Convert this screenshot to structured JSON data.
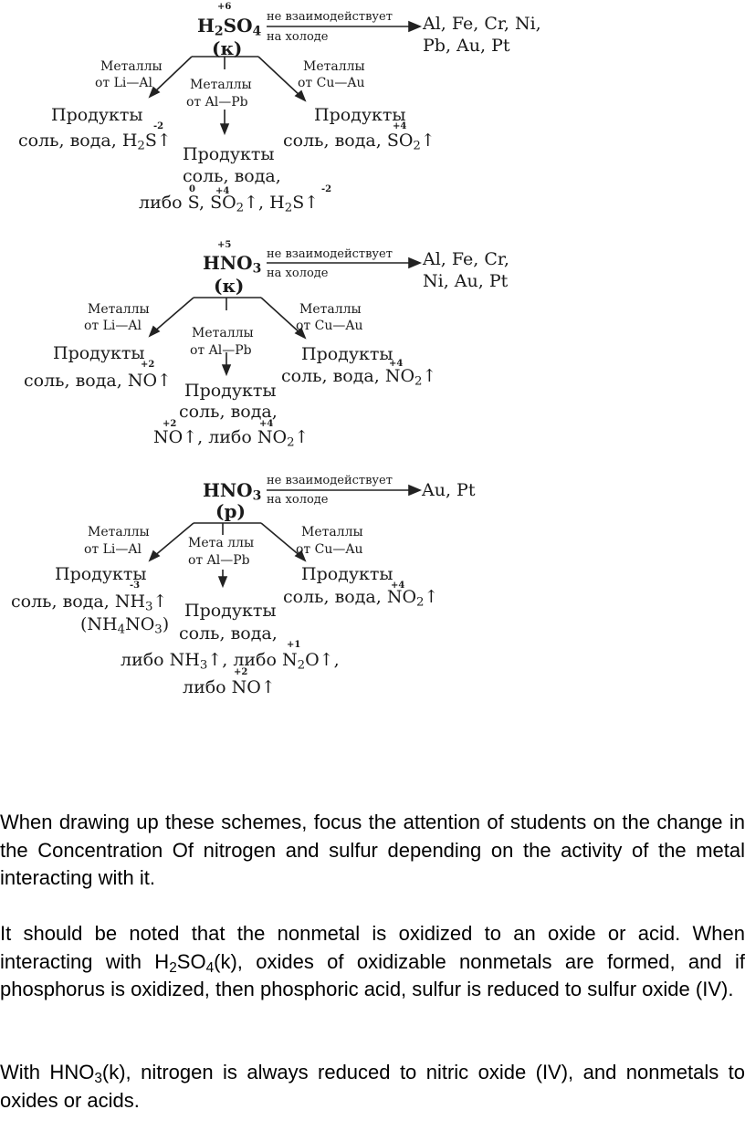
{
  "schemes": [
    {
      "acid_main": "H",
      "acid_sub1": "2",
      "acid_mid": "SO",
      "acid_sub2": "4",
      "acid_ox": "+6",
      "concentration": "(к)",
      "arrow_top": "не взаимодействует",
      "arrow_bottom": "на холоде",
      "passive_line1": "Al, Fe, Cr, Ni,",
      "passive_line2": "Pb, Au, Pt",
      "left_metals_1": "Металлы",
      "left_metals_2": "от Li—Al",
      "mid_metals_1": "Металлы",
      "mid_metals_2": "от Al—Pb",
      "right_metals_1": "Металлы",
      "right_metals_2": "от Cu—Au",
      "left_products": "Продукты",
      "left_result": "соль, вода, H",
      "left_result_sub": "2",
      "left_result_end": "S↑",
      "left_ox": "-2",
      "right_products": "Продукты",
      "right_result": "соль, вода, SO",
      "right_result_sub": "2",
      "right_result_end": "↑",
      "right_ox": "+4",
      "mid_products": "Продукты",
      "mid_result": "соль, вода,",
      "mid_line3_a": "либо S, SO",
      "mid_line3_sub": "2",
      "mid_line3_b": "↑, H",
      "mid_line3_sub2": "2",
      "mid_line3_c": "S↑",
      "mid_ox1": "0",
      "mid_ox2": "+4",
      "mid_ox3": "-2"
    },
    {
      "acid_main": "HNO",
      "acid_sub": "3",
      "acid_ox": "+5",
      "concentration": "(к)",
      "arrow_top": "не взаимодействует",
      "arrow_bottom": "на холоде",
      "passive_line1": "Al, Fe, Cr,",
      "passive_line2": "Ni, Au, Pt",
      "left_metals_1": "Металлы",
      "left_metals_2": "от Li—Al",
      "mid_metals_1": "Металлы",
      "mid_metals_2": "от Al—Pb",
      "right_metals_1": "Металлы",
      "right_metals_2": "от Cu—Au",
      "left_products": "Продукты",
      "left_result": "соль, вода, NO↑",
      "left_ox": "+2",
      "right_products": "Продукты",
      "right_result": "соль, вода, NO",
      "right_result_sub": "2",
      "right_result_end": "↑",
      "right_ox": "+4",
      "mid_products": "Продукты",
      "mid_result": "соль, вода,",
      "mid_line3_a": "NO↑, либо NO",
      "mid_line3_sub": "2",
      "mid_line3_b": "↑",
      "mid_ox1": "+2",
      "mid_ox2": "+4"
    },
    {
      "acid_main": "HNO",
      "acid_sub": "3",
      "concentration": "(р)",
      "arrow_top": "не взаимодействует",
      "arrow_bottom": "на холоде",
      "passive_line1": "Au, Pt",
      "left_metals_1": "Металлы",
      "left_metals_2": "от Li—Al",
      "mid_metals_1": "Мета ллы",
      "mid_metals_2": "от Al—Pb",
      "right_metals_1": "Металлы",
      "right_metals_2": "от Cu—Au",
      "left_products": "Продукты",
      "left_result": "соль, вода, NH",
      "left_result_sub": "3",
      "left_result_end": "↑",
      "left_ox": "-3",
      "left_extra_a": "(NH",
      "left_extra_sub1": "4",
      "left_extra_b": "NO",
      "left_extra_sub2": "3",
      "left_extra_c": ")",
      "right_products": "Продукты",
      "right_result": "соль, вода, NO",
      "right_result_sub": "2",
      "right_result_end": "↑",
      "right_ox": "+4",
      "mid_products": "Продукты",
      "mid_result": "соль, вода,",
      "mid_line3_a": "либо NH",
      "mid_line3_sub": "3",
      "mid_line3_b": "↑, либо N",
      "mid_line3_sub2": "2",
      "mid_line3_c": "O↑,",
      "mid_ox1": "+1",
      "mid_line4": "либо NO↑",
      "mid_ox2": "+2"
    }
  ],
  "paragraphs": [
    {
      "text": "When drawing up these schemes, focus the attention of students on the change in the Concentration Of nitrogen and sulfur depending on the activity of the metal interacting with it."
    },
    {
      "a": "It should be noted that the nonmetal is oxidized to an oxide or acid. When interacting with H",
      "s1": "2",
      "b": "SO",
      "s2": "4",
      "c": "(k), oxides of oxidizable nonmetals are formed, and if phosphorus is oxidized, then phosphoric acid, sulfur is reduced to sulfur oxide (IV)."
    },
    {
      "a": "With HNO",
      "s1": "3",
      "b": "(k), nitrogen is always reduced to nitric oxide (IV), and nonmetals to oxides or acids."
    }
  ]
}
